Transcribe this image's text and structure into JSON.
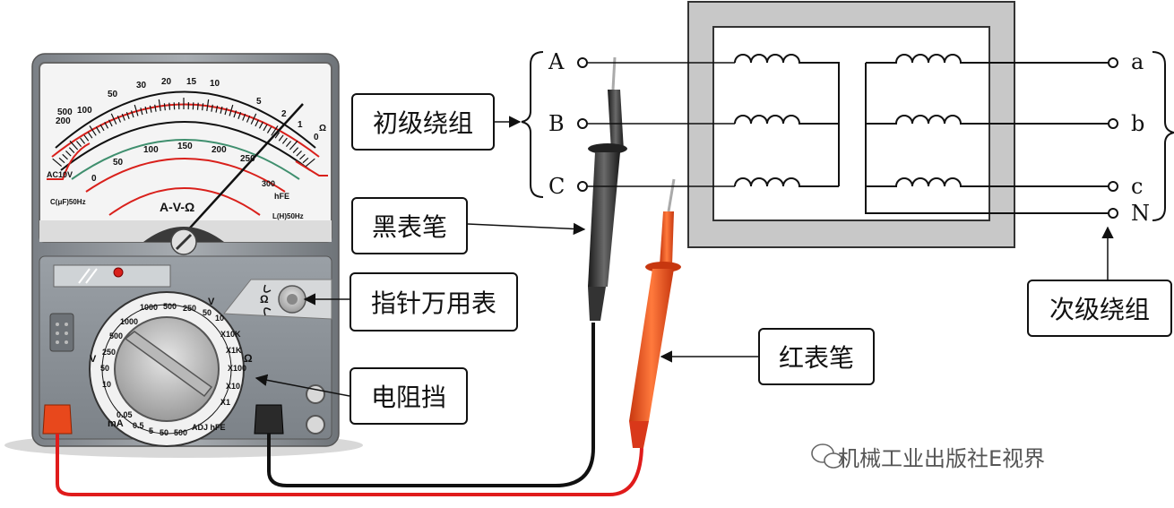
{
  "labels": {
    "primary_winding": "初级绕组",
    "black_probe": "黑表笔",
    "analog_multimeter": "指针万用表",
    "resistance_range": "电阻挡",
    "red_probe": "红表笔",
    "secondary_winding": "次级绕组"
  },
  "terminals": {
    "primary": [
      "A",
      "B",
      "C"
    ],
    "secondary": [
      "a",
      "b",
      "c",
      "N"
    ]
  },
  "meter": {
    "title": "A-V-Ω",
    "ac10v": "AC10V",
    "cap_label": "C(μF)50Hz",
    "ind_label": "L(H)50Hz",
    "hfe_label": "hFE",
    "ohm_symbol": "Ω",
    "ma_symbol": "mA",
    "v_symbol": "V",
    "ohm_scale": [
      "500",
      "200",
      "100",
      "50",
      "30",
      "20",
      "15",
      "10",
      "5",
      "2",
      "1",
      "0"
    ],
    "dc_scale": [
      "0",
      "50",
      "100",
      "150",
      "200",
      "250"
    ],
    "hfe_scale": [
      "0",
      "300"
    ],
    "dial_v": [
      "1000",
      "500",
      "250",
      "50",
      "10"
    ],
    "dial_ohm": [
      "X10K",
      "X1K",
      "X100",
      "X10",
      "X1"
    ],
    "dial_v_left": [
      "10",
      "50",
      "250",
      "500",
      "1000"
    ],
    "dial_ma": [
      "0.05",
      "0.5",
      "5",
      "50",
      "500"
    ],
    "dial_adj": "ADJ hFE"
  },
  "watermark": "机械工业出版社E视界",
  "colors": {
    "red_scale": "#d9201b",
    "green_scale": "#3f8f6e",
    "black_scale": "#111111",
    "probe_black": "#2a2a2a",
    "probe_red": "#e8481c",
    "meter_body": "#8a8f94",
    "core": "#c8c8c8"
  }
}
